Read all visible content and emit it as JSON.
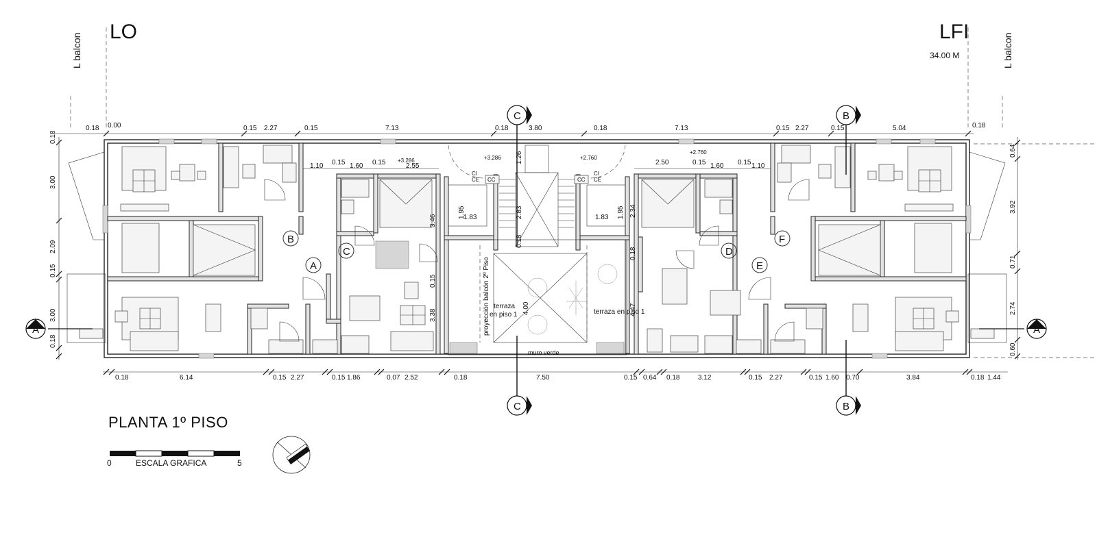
{
  "drawing": {
    "title": "PLANTA 1º PISO",
    "scale_label": "ESCALA GRAFICA",
    "scale_start": "0",
    "scale_end": "5",
    "left_line_label": "LO",
    "right_line_label": "LFI",
    "total_width": "34.00 M",
    "balcon_label_left": "L balcon",
    "balcon_label_right": "L balcon"
  },
  "sections": {
    "A_left": "A",
    "A_right": "A",
    "B_top": "B",
    "B_bottom": "B",
    "C_top": "C",
    "C_bottom": "C"
  },
  "units": {
    "A": "A",
    "B": "B",
    "C": "C",
    "D": "D",
    "E": "E",
    "F": "F"
  },
  "annotations": {
    "terraza_left_1": "terraza",
    "terraza_left_2": "en piso 1",
    "terraza_right": "terraza en piso 1",
    "proyeccion": "proyección balcón 2º Piso",
    "muro_verde": "muro verde",
    "level_1": "+3.286",
    "level_2": "+3.286",
    "level_3": "+2.760",
    "level_4": "+2.760",
    "ci_left": "CI",
    "ce_left": "CE",
    "cc_left": "CC",
    "ci_right": "CI",
    "ce_right": "CE",
    "cc_right": "CC"
  },
  "dims_top": [
    "0.18",
    "0.00",
    "0.15",
    "2.27",
    "0.15",
    "7.13",
    "0.18",
    "3.80",
    "0.18",
    "7.13",
    "0.15",
    "2.27",
    "0.15",
    "5.04",
    "0.18"
  ],
  "dims_bottom": [
    "0.18",
    "6.14",
    "0.15",
    "2.27",
    "0.15",
    "1.86",
    "0.07",
    "2.52",
    "0.18",
    "7.50",
    "0.15",
    "0.64",
    "0.18",
    "3.12",
    "0.15",
    "2.27",
    "0.15",
    "1.60",
    "0.70",
    "3.84",
    "0.18",
    "1.44"
  ],
  "dims_left": [
    "0.18",
    "3.00",
    "2.09",
    "0.15",
    "3.00",
    "0.18"
  ],
  "dims_right": [
    "0.64",
    "3.92",
    "0.71",
    "2.74",
    "0.60"
  ],
  "dims_interior": {
    "d110_l": "1.10",
    "d015_a": "0.15",
    "d160_l": "1.60",
    "d015_b": "0.15",
    "d255": "2.55",
    "d250": "2.50",
    "d015_c": "0.15",
    "d160_r": "1.60",
    "d015_d": "0.15",
    "d110_r": "1.10",
    "d346": "3.46",
    "d338": "3.38",
    "d015_e": "0.15",
    "d195_l": "1.95",
    "d183_l": "1.83",
    "d283": "2.83",
    "d126": "1.26",
    "d018_a": "0.18",
    "d183_r": "1.83",
    "d195_r": "1.95",
    "d234": "2.34",
    "d018_b": "0.18",
    "d400": "4.00",
    "d447": "4.47"
  }
}
